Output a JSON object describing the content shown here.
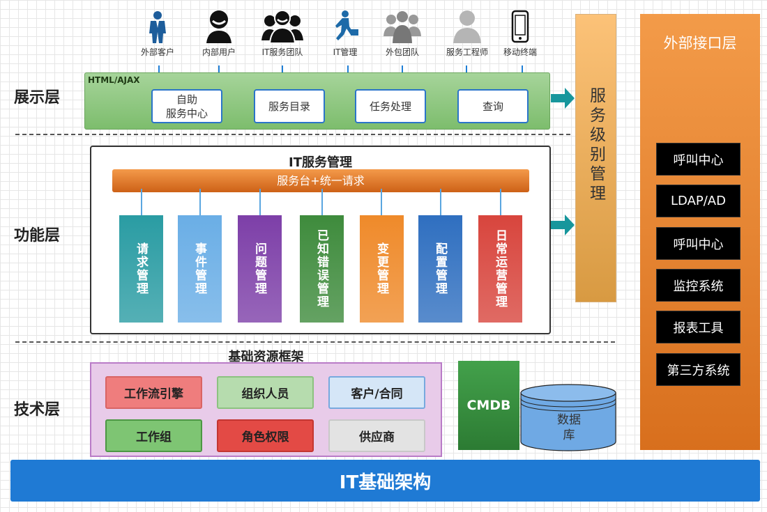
{
  "layers": {
    "presentation": "展示层",
    "function": "功能层",
    "technology": "技术层"
  },
  "users": [
    {
      "label": "外部客户",
      "icon": "customer-icon"
    },
    {
      "label": "内部用户",
      "icon": "user-icon"
    },
    {
      "label": "IT服务团队",
      "icon": "team-icon"
    },
    {
      "label": "IT管理",
      "icon": "runner-icon"
    },
    {
      "label": "外包团队",
      "icon": "group-icon"
    },
    {
      "label": "服务工程师",
      "icon": "engineer-icon"
    },
    {
      "label": "移动终端",
      "icon": "mobile-icon"
    }
  ],
  "presentation": {
    "tag": "HTML/AJAX",
    "boxes": [
      "自助\n服务中心",
      "服务目录",
      "任务处理",
      "查询"
    ]
  },
  "itsm": {
    "title": "IT服务管理",
    "bar": "服务台+统一请求",
    "modules": [
      {
        "label": "请求管理",
        "color": "#2a9ca3"
      },
      {
        "label": "事件管理",
        "color": "#6aaee6"
      },
      {
        "label": "问题管理",
        "color": "#7d3fa8"
      },
      {
        "label": "已知错误管理",
        "color": "#3e8b3c"
      },
      {
        "label": "变更管理",
        "color": "#ef8a2a"
      },
      {
        "label": "配置管理",
        "color": "#2f6fc0"
      },
      {
        "label": "日常运营管理",
        "color": "#d8453d"
      }
    ]
  },
  "sla": "服务级别管理",
  "external": {
    "title": "外部接口层",
    "items": [
      "呼叫中心",
      "LDAP/AD",
      "呼叫中心",
      "监控系统",
      "报表工具",
      "第三方系统"
    ]
  },
  "resources": {
    "title": "基础资源框架",
    "items": [
      {
        "label": "工作流引擎",
        "bg": "#ef7d7d",
        "border": "#d96464"
      },
      {
        "label": "组织人员",
        "bg": "#b6dcae",
        "border": "#8cc280"
      },
      {
        "label": "客户/合同",
        "bg": "#d5e6f7",
        "border": "#77a9de"
      },
      {
        "label": "工作组",
        "bg": "#7ec573",
        "border": "#4c9744"
      },
      {
        "label": "角色权限",
        "bg": "#e34a45",
        "border": "#c33632"
      },
      {
        "label": "供应商",
        "bg": "#e3e3e3",
        "border": "#c8c8c8"
      }
    ]
  },
  "cmdb": "CMDB",
  "database": "数据\n库",
  "infrastructure": "IT基础架构"
}
